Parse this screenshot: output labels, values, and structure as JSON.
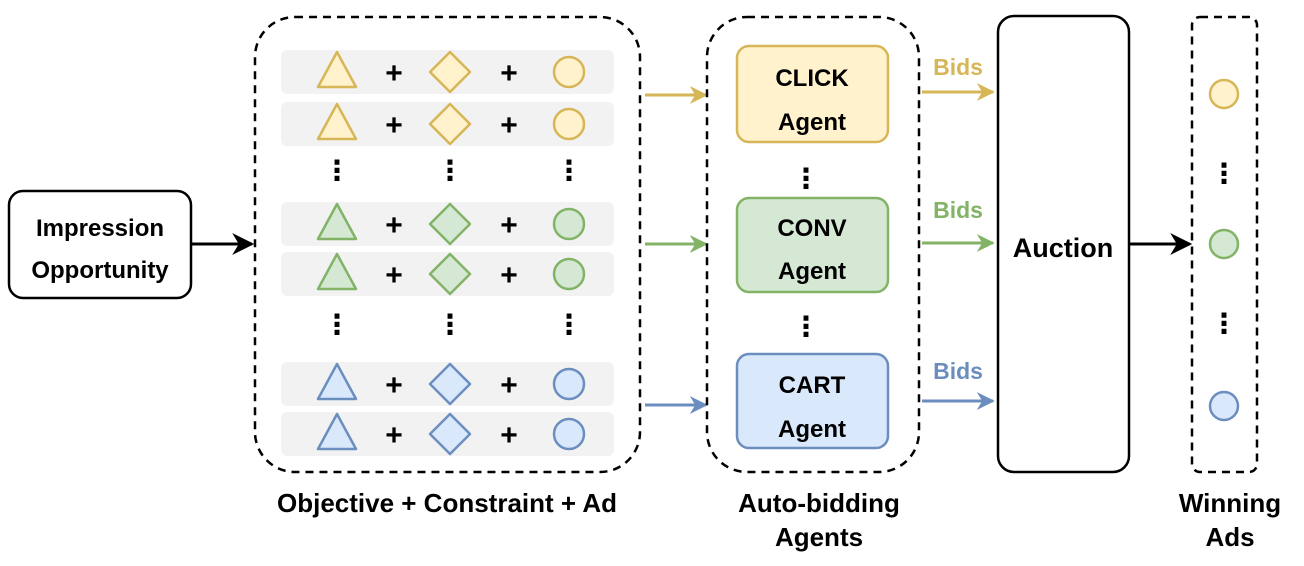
{
  "colors": {
    "yellow_stroke": "#d6b656",
    "yellow_fill": "#fff2cc",
    "green_stroke": "#82b366",
    "green_fill": "#d5e8d4",
    "blue_stroke": "#6c8ebf",
    "blue_fill": "#dae8fc",
    "row_bg": "#f2f2f2",
    "black": "#000000"
  },
  "impression": {
    "line1": "Impression",
    "line2": "Opportunity"
  },
  "combo": {
    "plus": "+",
    "ellipsis": "⋮",
    "caption": "Objective + Constraint + Ad",
    "symbols": [
      "triangle-icon",
      "diamond-icon",
      "circle-icon"
    ]
  },
  "agents": {
    "caption_line1": "Auto-bidding",
    "caption_line2": "Agents",
    "ellipsis": "⋮",
    "items": [
      {
        "line1": "CLICK",
        "line2": "Agent",
        "color": "yellow"
      },
      {
        "line1": "CONV",
        "line2": "Agent",
        "color": "green"
      },
      {
        "line1": "CART",
        "line2": "Agent",
        "color": "blue"
      }
    ]
  },
  "bids": {
    "label": "Bids"
  },
  "auction": {
    "label": "Auction"
  },
  "winning": {
    "caption_line1": "Winning",
    "caption_line2": "Ads",
    "ellipsis": "⋮"
  }
}
